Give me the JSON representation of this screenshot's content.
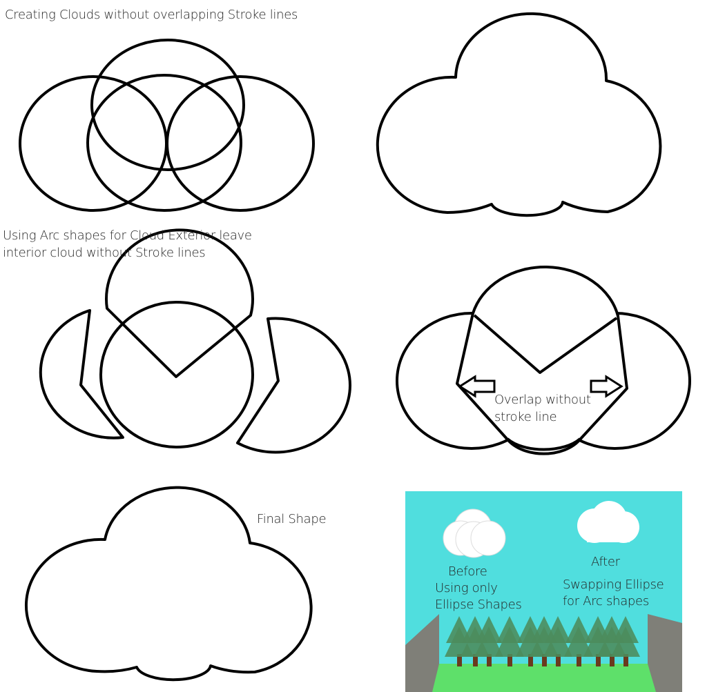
{
  "labels": {
    "title": "Creating Clouds without overlapping Stroke lines",
    "arc_line1": "Using Arc shapes for Cloud Exterior leave",
    "arc_line2": "interior cloud without Stroke lines",
    "overlap_line1": "Overlap without",
    "overlap_line2": "stroke line",
    "final_shape": "Final Shape"
  },
  "scene": {
    "after_label": "After",
    "after_line1": "Swapping Ellipse",
    "after_line2": "for Arc shapes",
    "before_label": "Before",
    "before_line1": "Using only",
    "before_line2": "Ellipse Shapes"
  },
  "colors": {
    "sky": "#50dede",
    "ground": "#5ee06a",
    "cliff": "#7f7f78",
    "tree": "#4c8c5c",
    "trunk": "#6a3a1e",
    "cloud_fill": "#ffffff",
    "cloud_edge": "#dcdcdc"
  }
}
